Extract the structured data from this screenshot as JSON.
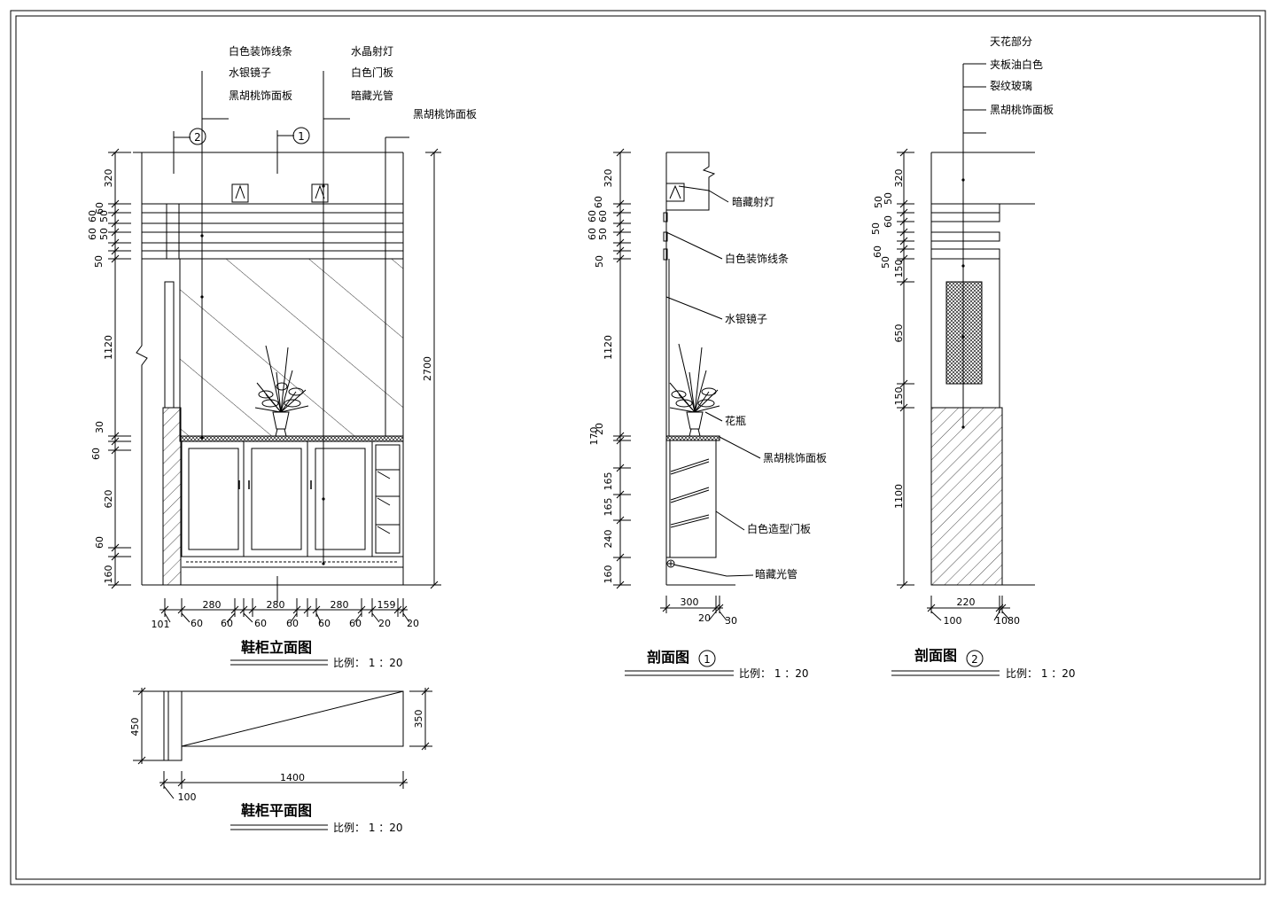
{
  "elevation": {
    "title": "鞋柜立面图",
    "scale": "比例： 1 ：20",
    "callouts": [
      "白色装饰线条",
      "水银镜子",
      "黑胡桃饰面板",
      "水晶射灯",
      "白色门板",
      "暗藏光管",
      "黑胡桃饰面板"
    ],
    "section_marks": [
      "2",
      "1"
    ],
    "left_dims": [
      "320",
      "60",
      "60",
      "50",
      "60",
      "50",
      "50",
      "1120",
      "30",
      "60",
      "620",
      "60",
      "160"
    ],
    "right_dim": "2700",
    "bottom_dims_top": [
      "280",
      "280",
      "280",
      "159"
    ],
    "bottom_dims_low": [
      "101",
      "60",
      "60",
      "60",
      "60",
      "60",
      "60",
      "20",
      "20"
    ]
  },
  "plan": {
    "title": "鞋柜平面图",
    "scale": "比例： 1 ：20",
    "dims": [
      "450",
      "350",
      "1400",
      "100"
    ]
  },
  "section1": {
    "title": "剖面图",
    "mark": "1",
    "scale": "比例： 1 ：20",
    "callouts": [
      "暗藏射灯",
      "白色装饰线条",
      "水银镜子",
      "花瓶",
      "黑胡桃饰面板",
      "白色造型门板",
      "暗藏光管"
    ],
    "left_dims": [
      "320",
      "60",
      "60",
      "60",
      "60",
      "50",
      "50",
      "1120",
      "20",
      "170",
      "165",
      "165",
      "240",
      "160"
    ],
    "bottom_dims": [
      "300",
      "20",
      "30"
    ]
  },
  "section2": {
    "title": "剖面图",
    "mark": "2",
    "scale": "比例： 1 ：20",
    "callouts": [
      "天花部分",
      "夹板油白色",
      "裂纹玻璃",
      "黑胡桃饰面板"
    ],
    "left_dims": [
      "320",
      "50",
      "50",
      "60",
      "50",
      "60",
      "50",
      "150",
      "650",
      "150",
      "1100"
    ],
    "bottom_dims": [
      "220",
      "100",
      "10",
      "80"
    ]
  }
}
